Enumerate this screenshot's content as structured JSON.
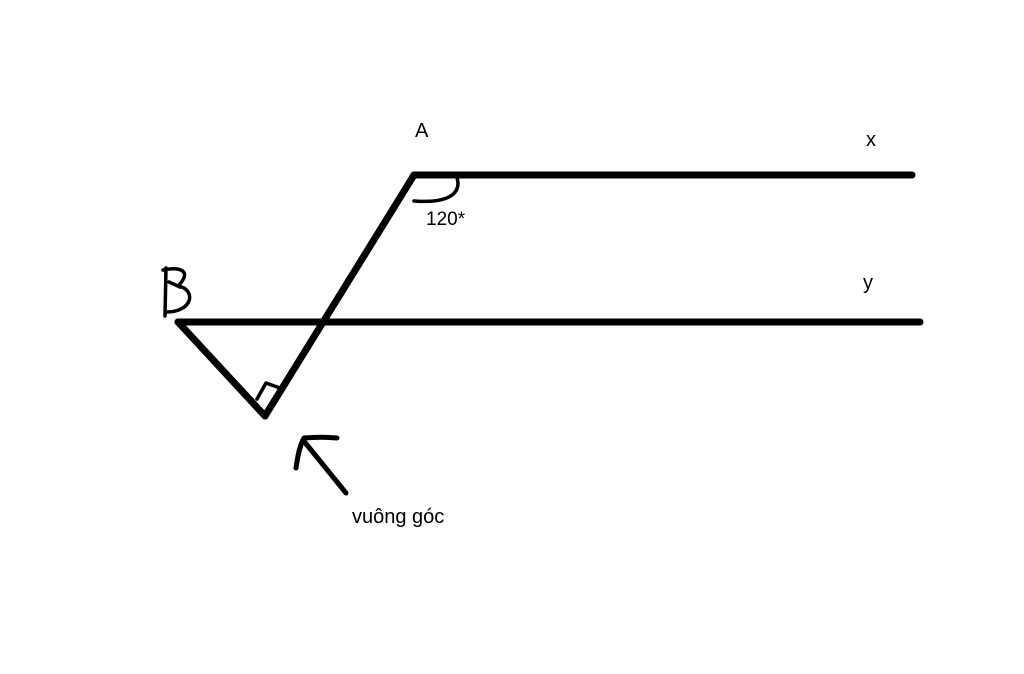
{
  "labels": {
    "point_a": "A",
    "point_b": "B",
    "ray_x": "x",
    "ray_y": "y",
    "angle_value": "120*",
    "annotation": "vuông góc"
  },
  "colors": {
    "stroke": "#000000",
    "background": "#ffffff"
  }
}
